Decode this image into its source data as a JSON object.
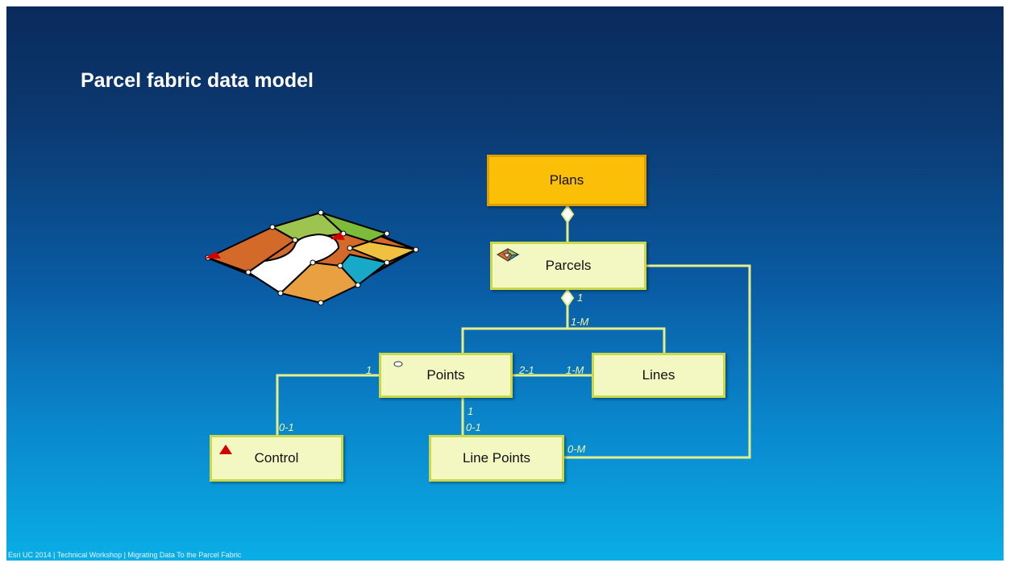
{
  "title": "Parcel fabric data model",
  "footer": "Esri UC 2014 | Technical Workshop | Migrating Data To the Parcel Fabric",
  "boxes": {
    "plans": "Plans",
    "parcels": "Parcels",
    "points": "Points",
    "lines": "Lines",
    "control": "Control",
    "line_points": "Line Points"
  },
  "cardinality": {
    "parcels_to_lines_one": "1",
    "parcels_to_lines_many": "1-M",
    "points_control_one": "1",
    "control_zero_one": "0-1",
    "points_lines_two_one": "2-1",
    "lines_one_many": "1-M",
    "points_linepoints_one": "1",
    "linepoints_zero_one": "0-1",
    "linepoints_zero_many": "0-M"
  },
  "colors": {
    "box_fill": "#f3f7c2",
    "box_border": "#c9d94a",
    "plans_fill": "#fbbf07",
    "connector": "#e6ee8a",
    "label": "#eef5a0"
  }
}
